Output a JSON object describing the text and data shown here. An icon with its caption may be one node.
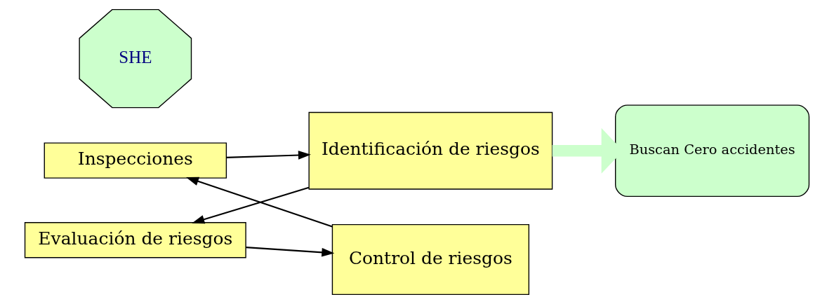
{
  "diagram": {
    "nodes": [
      {
        "text": [
          "Inspecciones"
        ]
      },
      {
        "text": [
          "Identificación de riesgos"
        ]
      },
      {
        "text": [
          "Buscan Cero accidentes"
        ]
      },
      {
        "text": [
          "Evaluación de riesgos"
        ]
      },
      {
        "text": [
          "Control de riesgos"
        ]
      },
      {
        "text": [
          "SHE"
        ]
      }
    ],
    "edges": [
      {
        "from": 4,
        "to": 0,
        "arrow": "to"
      },
      {
        "from": 0,
        "to": 1,
        "arrow": "to"
      },
      {
        "from": 1,
        "to": 3,
        "arrow": "to"
      },
      {
        "from": 3,
        "to": 4,
        "arrow": "to"
      },
      {
        "from": 1,
        "to": 2,
        "arrow": "to",
        "style": "thick",
        "color": "#ccffcc"
      }
    ]
  }
}
